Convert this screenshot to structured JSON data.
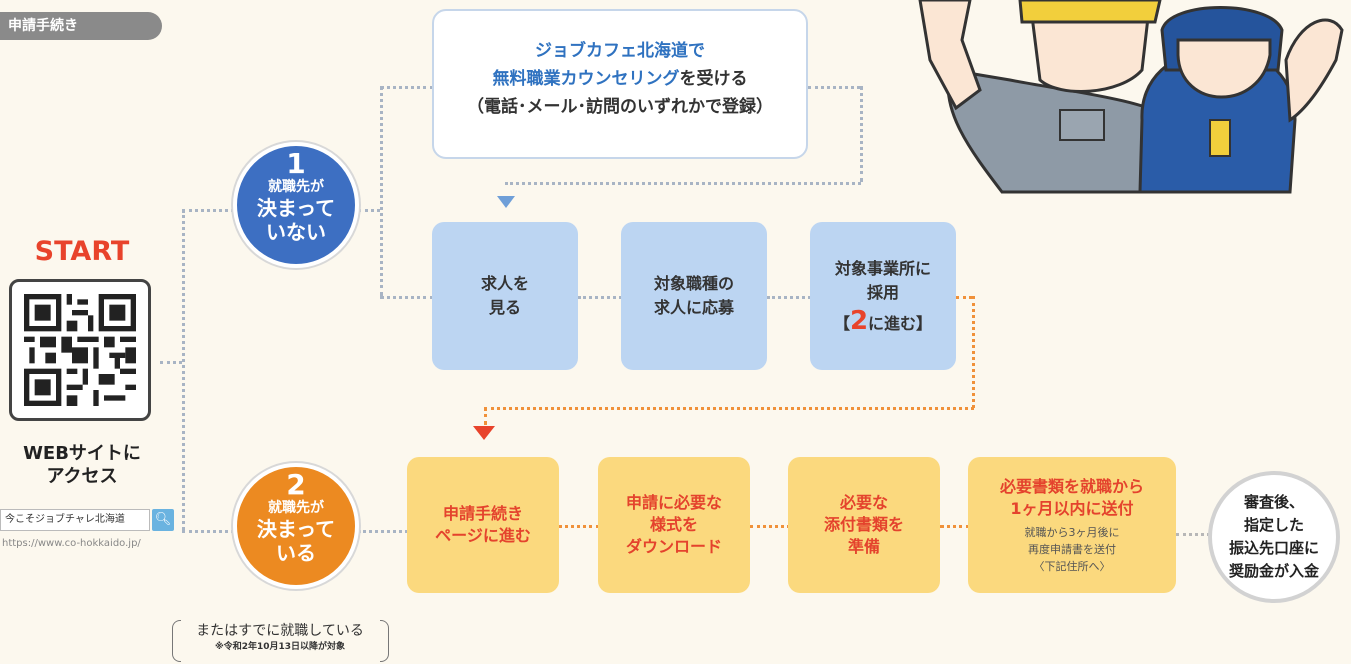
{
  "header": {
    "tab_label": "申請手続き"
  },
  "counseling": {
    "line1": "ジョブカフェ北海道で",
    "line2_blue": "無料職業カウンセリング",
    "line2_rest": "を受ける",
    "line3": "（電話･メール･訪問のいずれかで登録）"
  },
  "start": {
    "label": "START",
    "web_line1": "WEBサイトに",
    "web_line2": "アクセス",
    "search_text": "今こそジョブチャレ北海道",
    "url": "https://www.co-hokkaido.jp/"
  },
  "path1": {
    "number": "1",
    "line1": "就職先が",
    "line2": "決まって",
    "line3": "いない",
    "steps": [
      {
        "line1": "求人を",
        "line2": "見る"
      },
      {
        "line1": "対象職種の",
        "line2": "求人に応募"
      },
      {
        "line1": "対象事業所に",
        "line2": "採用",
        "goto_open": "【",
        "goto_num": "2",
        "goto_rest": "に進む】"
      }
    ]
  },
  "path2": {
    "number": "2",
    "line1": "就職先が",
    "line2": "決まって",
    "line3": "いる",
    "note1": "またはすでに就職している",
    "note2": "※令和2年10月13日以降が対象",
    "steps": [
      {
        "line1": "申請手続き",
        "line2": "ページに進む"
      },
      {
        "line1": "申請に必要な",
        "line2": "様式を",
        "line3": "ダウンロード"
      },
      {
        "line1": "必要な",
        "line2": "添付書類を",
        "line3": "準備"
      },
      {
        "line1": "必要書類を就職から",
        "line2": "1ヶ月以内に送付",
        "sub1": "就職から3ヶ月後に",
        "sub2": "再度申請書を送付",
        "sub3": "〈下記住所へ〉"
      }
    ]
  },
  "end": {
    "line1": "審査後、",
    "line2": "指定した",
    "line3": "振込先口座に",
    "line4": "奨励金が入金"
  }
}
